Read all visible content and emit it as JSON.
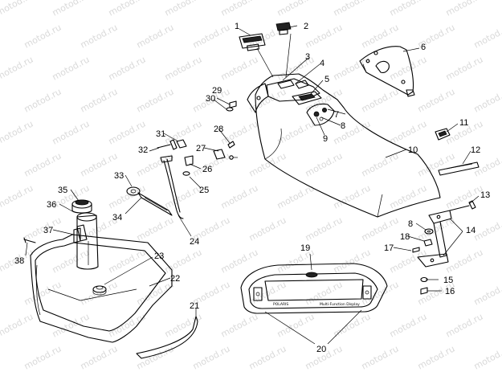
{
  "watermark": "motod.ru",
  "callouts": [
    "1",
    "2",
    "3",
    "4",
    "5",
    "6",
    "7",
    "8",
    "9",
    "10",
    "11",
    "12",
    "13",
    "14",
    "15",
    "16",
    "17",
    "18",
    "19",
    "20",
    "21",
    "22",
    "23",
    "24",
    "25",
    "26",
    "27",
    "28",
    "29",
    "30",
    "31",
    "32",
    "33",
    "34",
    "35",
    "36",
    "37",
    "38",
    "8"
  ],
  "instrument_panel": {
    "brand_text": "POLARIS",
    "display_text": "Multi-Function Display"
  }
}
